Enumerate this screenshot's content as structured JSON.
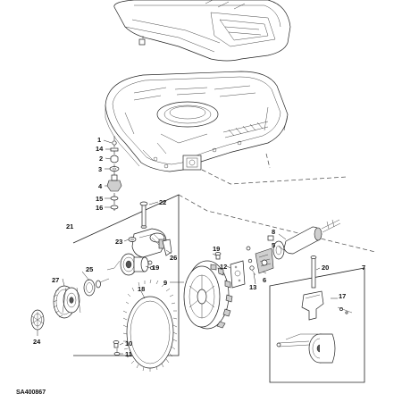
{
  "diagram": {
    "reference_code": "SA400867",
    "callouts": [
      "1",
      "14",
      "2",
      "3",
      "4",
      "15",
      "16",
      "21",
      "22",
      "23",
      "26",
      "25",
      "19",
      "27",
      "24",
      "18",
      "9",
      "19",
      "12",
      "8",
      "5",
      "6",
      "13",
      "7",
      "20",
      "17",
      "10",
      "11"
    ]
  }
}
